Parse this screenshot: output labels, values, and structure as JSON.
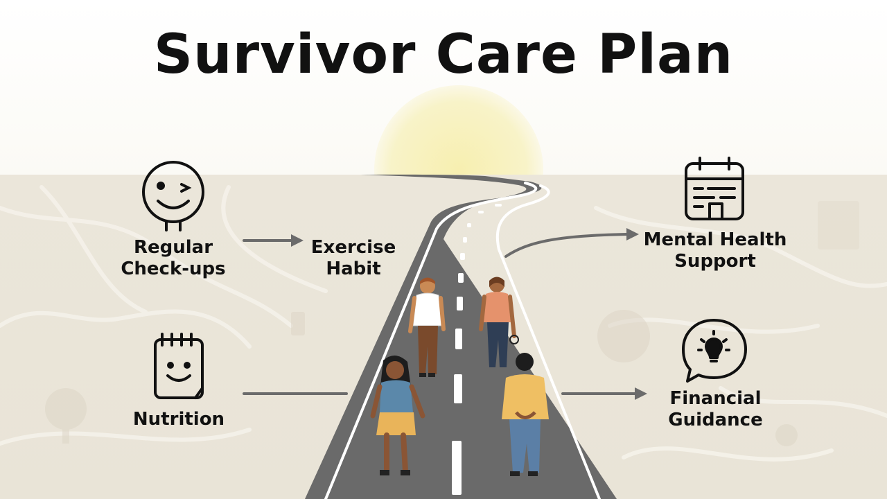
{
  "title": "Survivor Care Plan",
  "steps": [
    {
      "id": "regular-checkups",
      "lines": [
        "Regular",
        "Check-ups"
      ],
      "icon": "winking-smiley-icon"
    },
    {
      "id": "exercise-habit",
      "lines": [
        "Exercise",
        "Habit"
      ],
      "icon": ""
    },
    {
      "id": "mental-health",
      "lines": [
        "Mental Health",
        "Support"
      ],
      "icon": "calendar-icon"
    },
    {
      "id": "nutrition",
      "lines": [
        "Nutrition"
      ],
      "icon": "smiling-notepad-icon"
    },
    {
      "id": "financial",
      "lines": [
        "Financial",
        "Guidance"
      ],
      "icon": "lightbulb-speech-bubble-icon"
    }
  ],
  "colors": {
    "ground": "#ebe6da",
    "sky": "#ffffff",
    "sun": "#f8f2bf",
    "road": "#6a6a6a",
    "road_edge": "#ffffff",
    "arrow": "#6b6b6b",
    "ink": "#111111"
  }
}
